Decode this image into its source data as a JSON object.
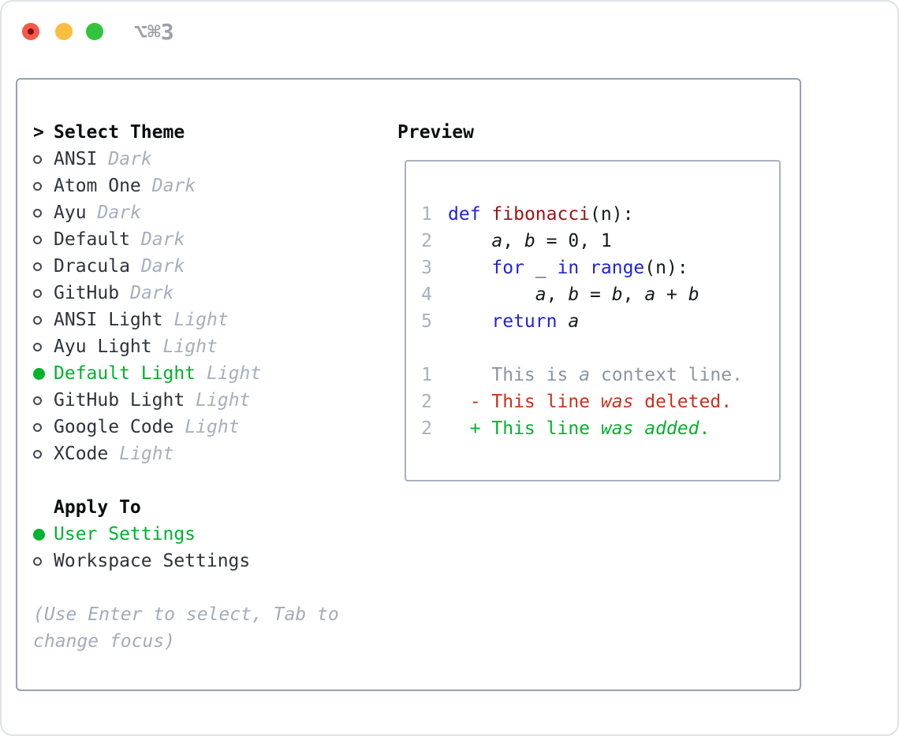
{
  "window": {
    "shortcut_label": "⌥⌘3",
    "traffic_lights": {
      "close": "close",
      "minimize": "minimize",
      "zoom": "zoom"
    }
  },
  "colors": {
    "accent_green": "#00b22d",
    "keyword_blue": "#2222dd",
    "function_red": "#9e1414",
    "deleted_red": "#c9321c",
    "added_green": "#00b22d",
    "muted_gray": "#a6afbc",
    "context_gray": "#8d959f",
    "text_dark": "#15181d",
    "traffic_red": "#f4584d",
    "traffic_yellow": "#fabd3f",
    "traffic_green": "#32c43d"
  },
  "theme_picker": {
    "header": {
      "cursor": ">",
      "label": "Select Theme"
    },
    "items": [
      {
        "name": "ANSI",
        "variant": "Dark",
        "selected": false
      },
      {
        "name": "Atom One",
        "variant": "Dark",
        "selected": false
      },
      {
        "name": "Ayu",
        "variant": "Dark",
        "selected": false
      },
      {
        "name": "Default",
        "variant": "Dark",
        "selected": false
      },
      {
        "name": "Dracula",
        "variant": "Dark",
        "selected": false
      },
      {
        "name": "GitHub",
        "variant": "Dark",
        "selected": false
      },
      {
        "name": "ANSI Light",
        "variant": "Light",
        "selected": false
      },
      {
        "name": "Ayu Light",
        "variant": "Light",
        "selected": false
      },
      {
        "name": "Default Light",
        "variant": "Light",
        "selected": true
      },
      {
        "name": "GitHub Light",
        "variant": "Light",
        "selected": false
      },
      {
        "name": "Google Code",
        "variant": "Light",
        "selected": false
      },
      {
        "name": "XCode",
        "variant": "Light",
        "selected": false
      }
    ],
    "apply_to": {
      "label": "Apply To",
      "options": [
        {
          "name": "User Settings",
          "selected": true
        },
        {
          "name": "Workspace Settings",
          "selected": false
        }
      ]
    },
    "hint_line1": "(Use Enter to select, Tab to",
    "hint_line2": "change focus)"
  },
  "preview": {
    "label": "Preview",
    "code_lines": [
      {
        "num": "1",
        "tokens": [
          {
            "t": "def",
            "c": "kw"
          },
          {
            "t": " "
          },
          {
            "t": "fibonacci",
            "c": "fn"
          },
          {
            "t": "(n):"
          }
        ]
      },
      {
        "num": "2",
        "tokens": [
          {
            "t": "    "
          },
          {
            "t": "a",
            "i": 1
          },
          {
            "t": ", "
          },
          {
            "t": "b",
            "i": 1
          },
          {
            "t": " = 0, 1"
          }
        ]
      },
      {
        "num": "3",
        "tokens": [
          {
            "t": "    "
          },
          {
            "t": "for",
            "c": "kw"
          },
          {
            "t": " _ "
          },
          {
            "t": "in",
            "c": "kw"
          },
          {
            "t": " "
          },
          {
            "t": "range",
            "c": "kw"
          },
          {
            "t": "(n):"
          }
        ]
      },
      {
        "num": "4",
        "tokens": [
          {
            "t": "        "
          },
          {
            "t": "a",
            "i": 1
          },
          {
            "t": ", "
          },
          {
            "t": "b",
            "i": 1
          },
          {
            "t": " = "
          },
          {
            "t": "b",
            "i": 1
          },
          {
            "t": ", "
          },
          {
            "t": "a",
            "i": 1
          },
          {
            "t": " + "
          },
          {
            "t": "b",
            "i": 1
          }
        ]
      },
      {
        "num": "5",
        "tokens": [
          {
            "t": "    "
          },
          {
            "t": "return",
            "c": "kw"
          },
          {
            "t": " "
          },
          {
            "t": "a",
            "i": 1
          }
        ]
      },
      {
        "num": "",
        "tokens": []
      },
      {
        "num": "1",
        "tokens": [
          {
            "t": "    This is ",
            "c": "ctx"
          },
          {
            "t": "a",
            "c": "ctx",
            "i": 1
          },
          {
            "t": " context line.",
            "c": "ctx"
          }
        ]
      },
      {
        "num": "2",
        "tokens": [
          {
            "t": "  - This line ",
            "c": "del"
          },
          {
            "t": "was",
            "c": "del",
            "i": 1
          },
          {
            "t": " deleted.",
            "c": "del"
          }
        ]
      },
      {
        "num": "2",
        "tokens": [
          {
            "t": "  + This line ",
            "c": "add"
          },
          {
            "t": "was",
            "c": "add",
            "i": 1
          },
          {
            "t": " ",
            "c": "add"
          },
          {
            "t": "added",
            "c": "add",
            "i": 1
          },
          {
            "t": ".",
            "c": "add"
          }
        ]
      }
    ]
  }
}
